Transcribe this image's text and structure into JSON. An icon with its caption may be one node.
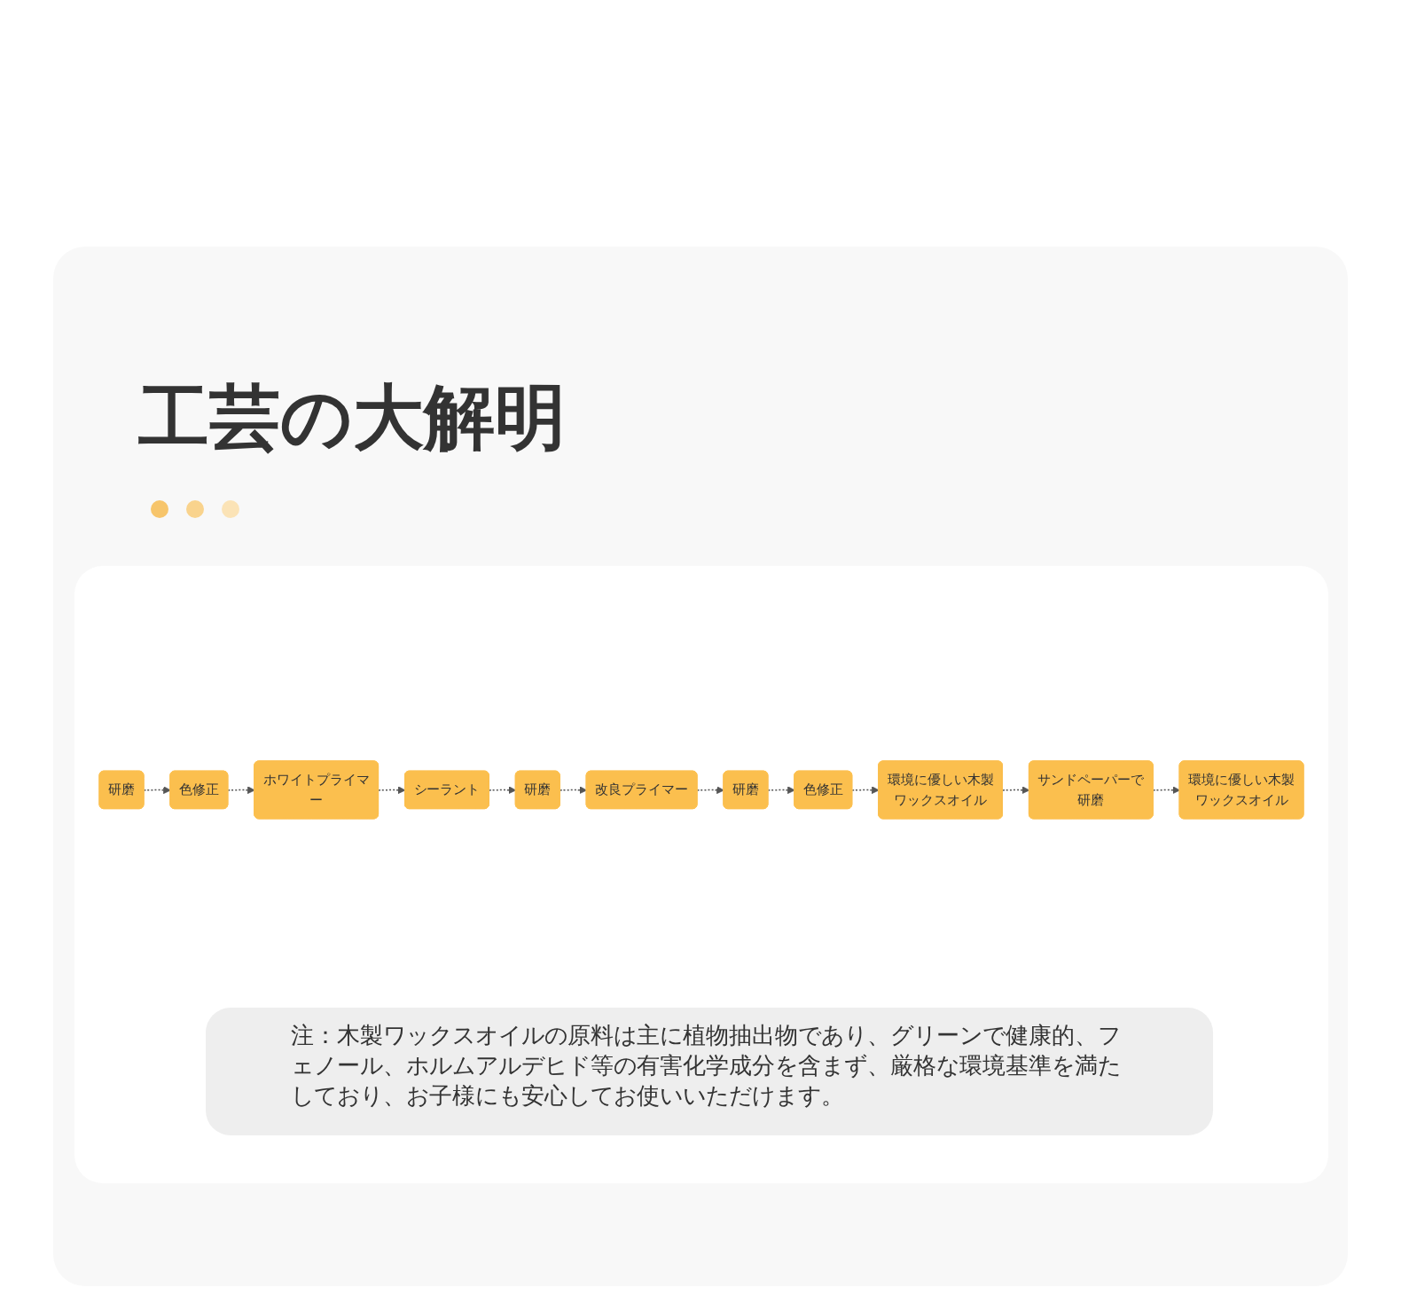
{
  "diagram": {
    "title": "工芸の大解明",
    "nodes": [
      {
        "text": [
          "研磨"
        ]
      },
      {
        "text": [
          "色修正"
        ]
      },
      {
        "text": [
          "ホワイトプライマー"
        ]
      },
      {
        "text": [
          "シーラント"
        ]
      },
      {
        "text": [
          "研磨"
        ]
      },
      {
        "text": [
          "改良プライマー"
        ]
      },
      {
        "text": [
          "研磨"
        ]
      },
      {
        "text": [
          "色修正"
        ]
      },
      {
        "text": [
          "環境に優しい木製ワックスオイル"
        ]
      },
      {
        "text": [
          "サンドペーパーで研磨"
        ]
      },
      {
        "text": [
          "環境に優しい木製ワックスオイル"
        ]
      }
    ],
    "edges": [
      {
        "from": 0,
        "to": 1,
        "arrow": "to",
        "style": "dashed"
      },
      {
        "from": 1,
        "to": 2,
        "arrow": "to",
        "style": "dashed"
      },
      {
        "from": 2,
        "to": 3,
        "arrow": "to",
        "style": "dashed"
      },
      {
        "from": 3,
        "to": 4,
        "arrow": "to",
        "style": "dashed"
      },
      {
        "from": 4,
        "to": 5,
        "arrow": "to",
        "style": "dashed"
      },
      {
        "from": 5,
        "to": 6,
        "arrow": "to",
        "style": "dashed"
      },
      {
        "from": 6,
        "to": 7,
        "arrow": "to",
        "style": "dashed"
      },
      {
        "from": 7,
        "to": 8,
        "arrow": "to",
        "style": "dashed"
      },
      {
        "from": 8,
        "to": 9,
        "arrow": "to",
        "style": "dashed"
      },
      {
        "from": 9,
        "to": 10,
        "arrow": "to",
        "style": "dashed"
      }
    ],
    "labels": [
      "注：木製ワックスオイルの原料は主に植物抽出物であり、グリーンで健康的、フェノール、ホルムアルデヒド等の有害化学成分を含まず、厳格な環境基準を満たしており、お子様にも安心してお使いいただけます。"
    ]
  }
}
